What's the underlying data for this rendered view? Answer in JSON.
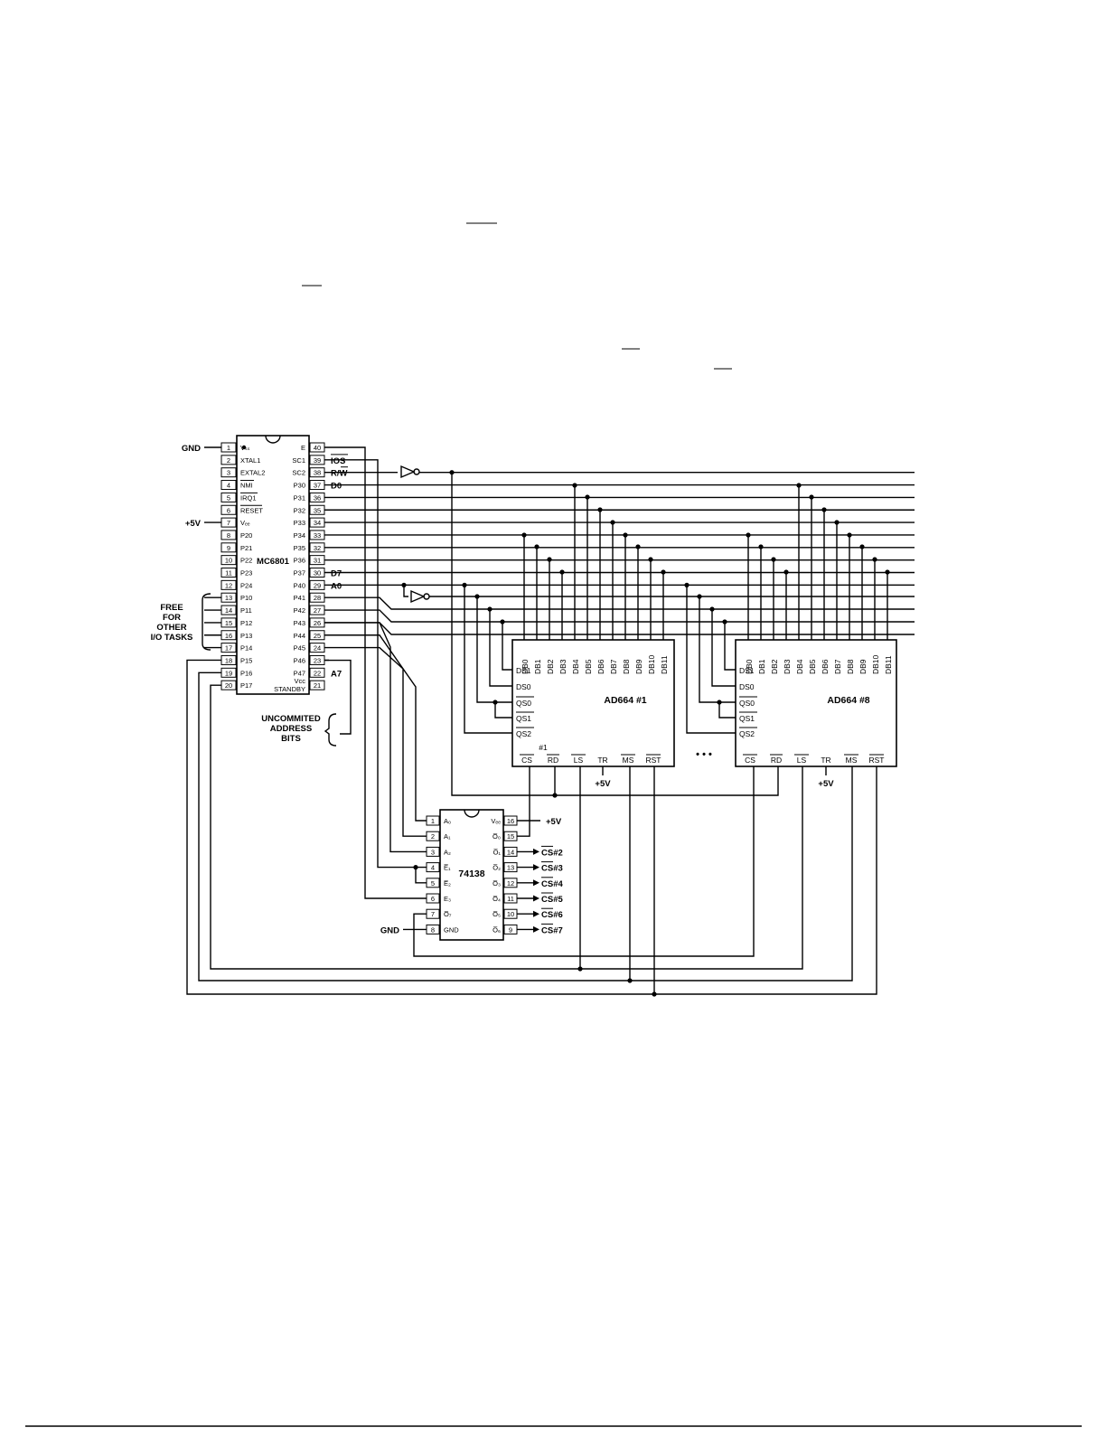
{
  "mc6801": {
    "name": "MC6801",
    "left_pins": [
      {
        "num": "1",
        "label": "Vₛₛ",
        "net": "GND"
      },
      {
        "num": "2",
        "label": "XTAL1",
        "net": ""
      },
      {
        "num": "3",
        "label": "EXTAL2",
        "net": ""
      },
      {
        "num": "4",
        "label": "NMI",
        "net": ""
      },
      {
        "num": "5",
        "label": "IRQ1",
        "net": ""
      },
      {
        "num": "6",
        "label": "RESET",
        "net": ""
      },
      {
        "num": "7",
        "label": "Vₑₑ",
        "net": "+5V"
      },
      {
        "num": "8",
        "label": "P20",
        "net": ""
      },
      {
        "num": "9",
        "label": "P21",
        "net": ""
      },
      {
        "num": "10",
        "label": "P22",
        "net": ""
      },
      {
        "num": "11",
        "label": "P23",
        "net": ""
      },
      {
        "num": "12",
        "label": "P24",
        "net": ""
      },
      {
        "num": "13",
        "label": "P10",
        "net": ""
      },
      {
        "num": "14",
        "label": "P11",
        "net": ""
      },
      {
        "num": "15",
        "label": "P12",
        "net": ""
      },
      {
        "num": "16",
        "label": "P13",
        "net": ""
      },
      {
        "num": "17",
        "label": "P14",
        "net": ""
      },
      {
        "num": "18",
        "label": "P15",
        "net": ""
      },
      {
        "num": "19",
        "label": "P16",
        "net": ""
      },
      {
        "num": "20",
        "label": "P17",
        "net": ""
      }
    ],
    "right_pins": [
      {
        "num": "40",
        "label": "E",
        "net": ""
      },
      {
        "num": "39",
        "label": "SC1",
        "net": "IOS"
      },
      {
        "num": "38",
        "label": "SC2",
        "net": "R/W"
      },
      {
        "num": "37",
        "label": "P30",
        "net": "D0"
      },
      {
        "num": "36",
        "label": "P31",
        "net": ""
      },
      {
        "num": "35",
        "label": "P32",
        "net": ""
      },
      {
        "num": "34",
        "label": "P33",
        "net": ""
      },
      {
        "num": "33",
        "label": "P34",
        "net": ""
      },
      {
        "num": "32",
        "label": "P35",
        "net": ""
      },
      {
        "num": "31",
        "label": "P36",
        "net": ""
      },
      {
        "num": "30",
        "label": "P37",
        "net": "D7"
      },
      {
        "num": "29",
        "label": "P40",
        "net": "A0"
      },
      {
        "num": "28",
        "label": "P41",
        "net": ""
      },
      {
        "num": "27",
        "label": "P42",
        "net": ""
      },
      {
        "num": "26",
        "label": "P43",
        "net": ""
      },
      {
        "num": "25",
        "label": "P44",
        "net": ""
      },
      {
        "num": "24",
        "label": "P45",
        "net": ""
      },
      {
        "num": "23",
        "label": "P46",
        "net": ""
      },
      {
        "num": "22",
        "label": "P47",
        "net": "A7"
      },
      {
        "num": "21",
        "label": "Vcc STANDBY",
        "net": ""
      }
    ],
    "free_io_label": [
      "FREE",
      "FOR",
      "OTHER",
      "I/O TASKS"
    ],
    "uncommitted_label": [
      "UNCOMMITED",
      "ADDRESS",
      "BITS"
    ]
  },
  "ad664_1": {
    "name": "AD664 #1",
    "db_pins": [
      "DB0",
      "DB1",
      "DB2",
      "DB3",
      "DB4",
      "DB5",
      "DB6",
      "DB7",
      "DB8",
      "DB9",
      "DB10",
      "DB11"
    ],
    "left_pins": [
      "DS1",
      "DS0",
      "QS0",
      "QS1",
      "QS2"
    ],
    "bottom_pins": [
      "CS",
      "RD",
      "LS",
      "TR",
      "MS",
      "RST"
    ],
    "cs_note": "#1",
    "tr_supply": "+5V"
  },
  "ad664_8": {
    "name": "AD664 #8",
    "db_pins": [
      "DB0",
      "DB1",
      "DB2",
      "DB3",
      "DB4",
      "DB5",
      "DB6",
      "DB7",
      "DB8",
      "DB9",
      "DB10",
      "DB11"
    ],
    "left_pins": [
      "DS1",
      "DS0",
      "QS0",
      "QS1",
      "QS2"
    ],
    "bottom_pins": [
      "CS",
      "RD",
      "LS",
      "TR",
      "MS",
      "RST"
    ],
    "tr_supply": "+5V"
  },
  "ellipsis": "• • •",
  "decoder": {
    "name": "74138",
    "left_pins": [
      {
        "num": "1",
        "label": "A₀"
      },
      {
        "num": "2",
        "label": "A₁"
      },
      {
        "num": "3",
        "label": "A₂"
      },
      {
        "num": "4",
        "label": "E̅₁"
      },
      {
        "num": "5",
        "label": "E̅₂"
      },
      {
        "num": "6",
        "label": "E₃"
      },
      {
        "num": "7",
        "label": "O̅₇"
      },
      {
        "num": "8",
        "label": "GND"
      }
    ],
    "right_pins": [
      {
        "num": "16",
        "label": "Vₑₑ",
        "out": "+5V"
      },
      {
        "num": "15",
        "label": "O̅₀",
        "out": ""
      },
      {
        "num": "14",
        "label": "O̅₁",
        "out": "CS#2"
      },
      {
        "num": "13",
        "label": "O̅₂",
        "out": "CS#3"
      },
      {
        "num": "12",
        "label": "O̅₃",
        "out": "CS#4"
      },
      {
        "num": "11",
        "label": "O̅₄",
        "out": "CS#5"
      },
      {
        "num": "10",
        "label": "O̅₅",
        "out": "CS#6"
      },
      {
        "num": "9",
        "label": "O̅₆",
        "out": "CS#7"
      }
    ],
    "gnd": "GND"
  },
  "text_fragments": [
    "",
    "",
    "",
    ""
  ]
}
